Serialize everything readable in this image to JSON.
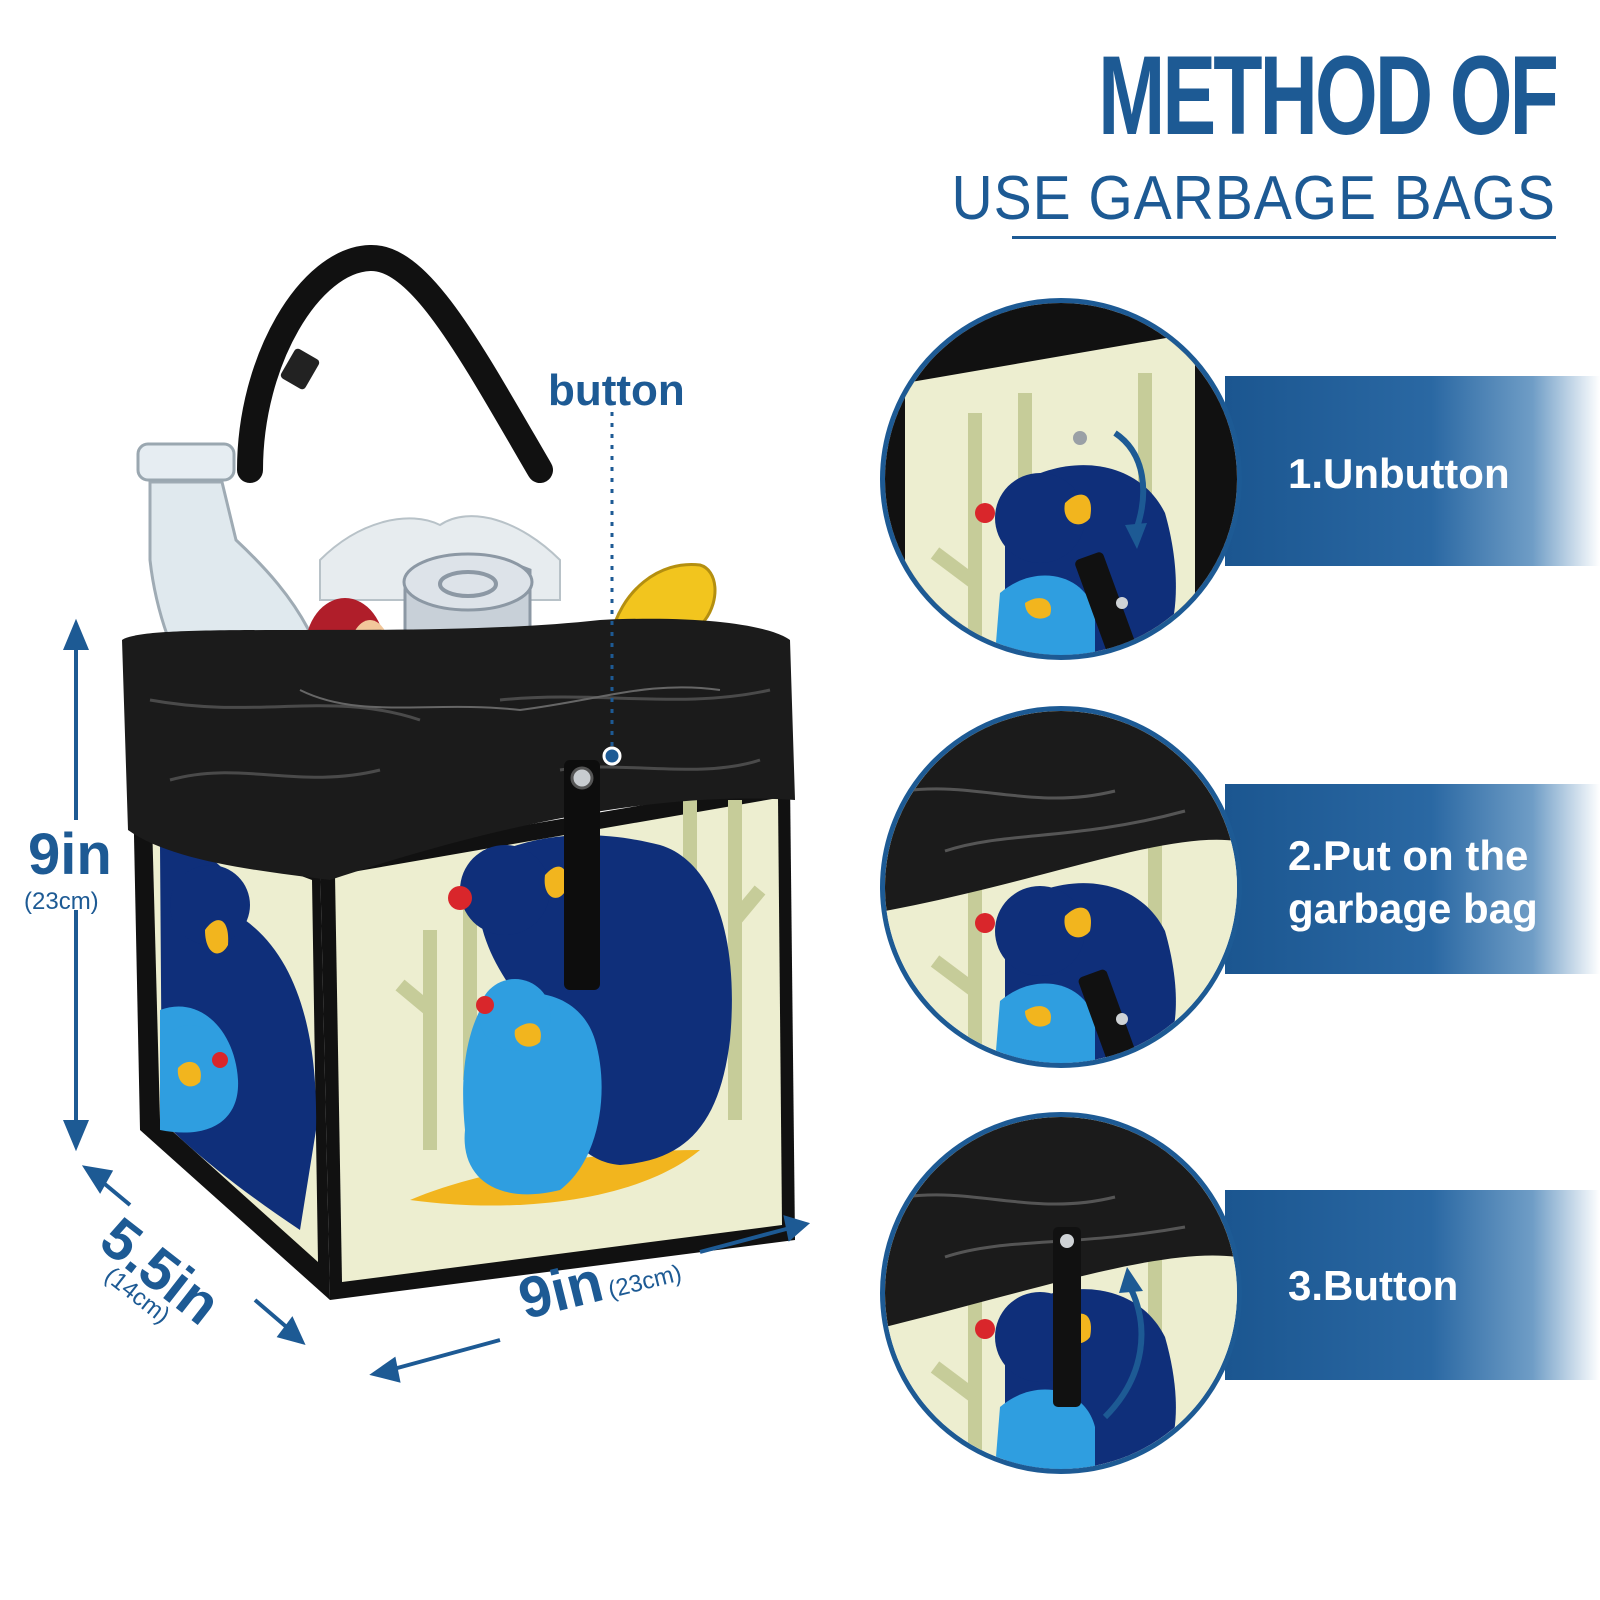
{
  "header": {
    "title": "METHOD OF",
    "subtitle": "USE GARBAGE BAGS"
  },
  "callout": {
    "label": "button"
  },
  "dimensions": {
    "height": {
      "value": "9in",
      "metric": "(23cm)"
    },
    "depth": {
      "value": "5.5in",
      "metric": "(14cm)"
    },
    "width": {
      "value": "9in",
      "metric": "(23cm)"
    }
  },
  "steps": [
    {
      "line1": "1.Unbutton",
      "line2": ""
    },
    {
      "line1": "2.Put on the",
      "line2": "garbage bag"
    },
    {
      "line1": "3.Button",
      "line2": ""
    }
  ],
  "colors": {
    "accent": "#1d5a94",
    "bag_panel": "#edeed0",
    "bear_dark": "#0f2f7a",
    "bear_light": "#2f9ee0",
    "trash_bag": "#1b1b1b"
  }
}
